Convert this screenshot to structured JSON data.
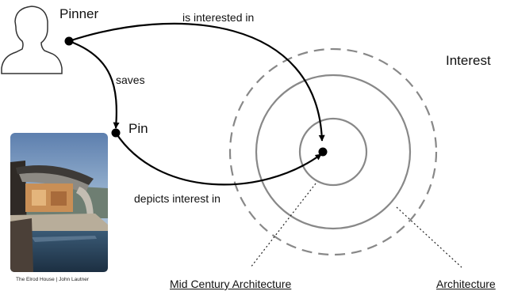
{
  "nodes": {
    "pinner": "Pinner",
    "pin": "Pin",
    "interest": "Interest"
  },
  "edges": {
    "interested": "is interested in",
    "saves": "saves",
    "depicts": "depicts interest in"
  },
  "interests": {
    "inner": "Mid Century Architecture",
    "outer": "Architecture"
  },
  "image": {
    "caption": "The Elrod House | John Lautner"
  },
  "icons": [
    "user-silhouette-icon",
    "house-photo"
  ],
  "colors": {
    "line": "#000000",
    "circle": "#888888",
    "silhouette_stroke": "#333333"
  }
}
